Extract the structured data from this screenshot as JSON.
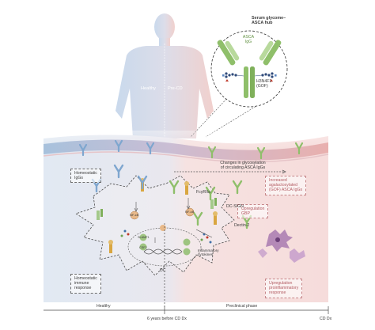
{
  "hub": {
    "title_lines": [
      "Serum glycome–",
      "ASCA hub"
    ],
    "igg_lines": [
      "ASCA",
      "IgG"
    ],
    "glycan_lines": [
      "H3N4F1",
      "(GOF)"
    ]
  },
  "body_labels": {
    "healthy": "Healthy",
    "pre_cd": "Pre-CD"
  },
  "glyco_change_lines": [
    "Changes in glycosylation",
    "of circulating ASCA IgGs"
  ],
  "boxes": {
    "homeostatic_iggs": [
      "Homeostatic",
      "IgGs"
    ],
    "increased_gof": [
      "Increased",
      "agalactosylated",
      "(GOF) ASCA IgGs"
    ],
    "upregulation_gbp": [
      "Upregulation",
      "GBP"
    ],
    "homeostatic_immune": [
      "Homeostatic",
      "immune",
      "response"
    ],
    "proinflammatory": [
      "Upregulation",
      "proinflammatory",
      "response"
    ]
  },
  "cell_labels": {
    "fcgr": "FcγRIIa",
    "dcsign": "DC-SIGN",
    "dectin": "Dectin-2",
    "nfkb": "NF-κB",
    "slamf1": "SLAMF1",
    "csf2": "CSF2",
    "inflam_lines": [
      "Inflammatory",
      "cytokines"
    ],
    "dc": "DC"
  },
  "timeline": {
    "healthy": "Healthy",
    "preclinical": "Preclinical phase",
    "before": "6 years before CD Dx",
    "dx": "CD Dx"
  },
  "colors": {
    "healthy_bg": "#dde7f2",
    "disease_bg": "#f7dfdd",
    "igg_green": "#8fbf6a",
    "igg_blue": "#7ea6cf",
    "glycan_navy": "#2f4a7a",
    "accent_red": "#b35c63"
  }
}
